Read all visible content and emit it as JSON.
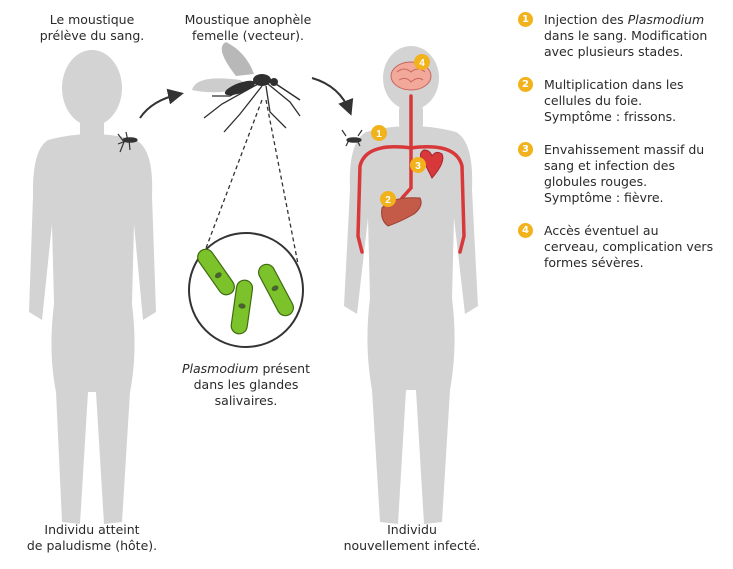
{
  "labels": {
    "mosquito_bite_l1": "Le moustique",
    "mosquito_bite_l2": "prélève du sang.",
    "vector_l1": "Moustique anophèle",
    "vector_l2": "femelle (vecteur).",
    "plasmodium_italic": "Plasmodium",
    "plasmodium_l1_rest": " présent",
    "plasmodium_l2": "dans les glandes",
    "plasmodium_l3": "salivaires.",
    "host_l1": "Individu atteint",
    "host_l2": "de paludisme (hôte).",
    "infected_l1": "Individu",
    "infected_l2": "nouvellement infecté."
  },
  "steps": [
    {
      "num": "1",
      "line1_pre": "Injection des ",
      "line1_italic": "Plasmodium",
      "line2": "dans le sang. Modification",
      "line3": "avec plusieurs stades."
    },
    {
      "num": "2",
      "line1": "Multiplication dans les",
      "line2": "cellules du foie.",
      "line3": "Symptôme : frissons."
    },
    {
      "num": "3",
      "line1": "Envahissement massif du",
      "line2": "sang et infection des",
      "line3": "globules rouges.",
      "line4": "Symptôme : fièvre."
    },
    {
      "num": "4",
      "line1": "Accès éventuel au",
      "line2": "cerveau, complication vers",
      "line3": "formes sévères."
    }
  ],
  "body_markers": [
    "1",
    "2",
    "3",
    "4"
  ],
  "colors": {
    "silhouette": "#d3d3d3",
    "badge": "#f2b21b",
    "vessel": "#d8383a",
    "parasite": "#7cc22a",
    "brain": "#f3a99a",
    "liver": "#c45a48"
  }
}
